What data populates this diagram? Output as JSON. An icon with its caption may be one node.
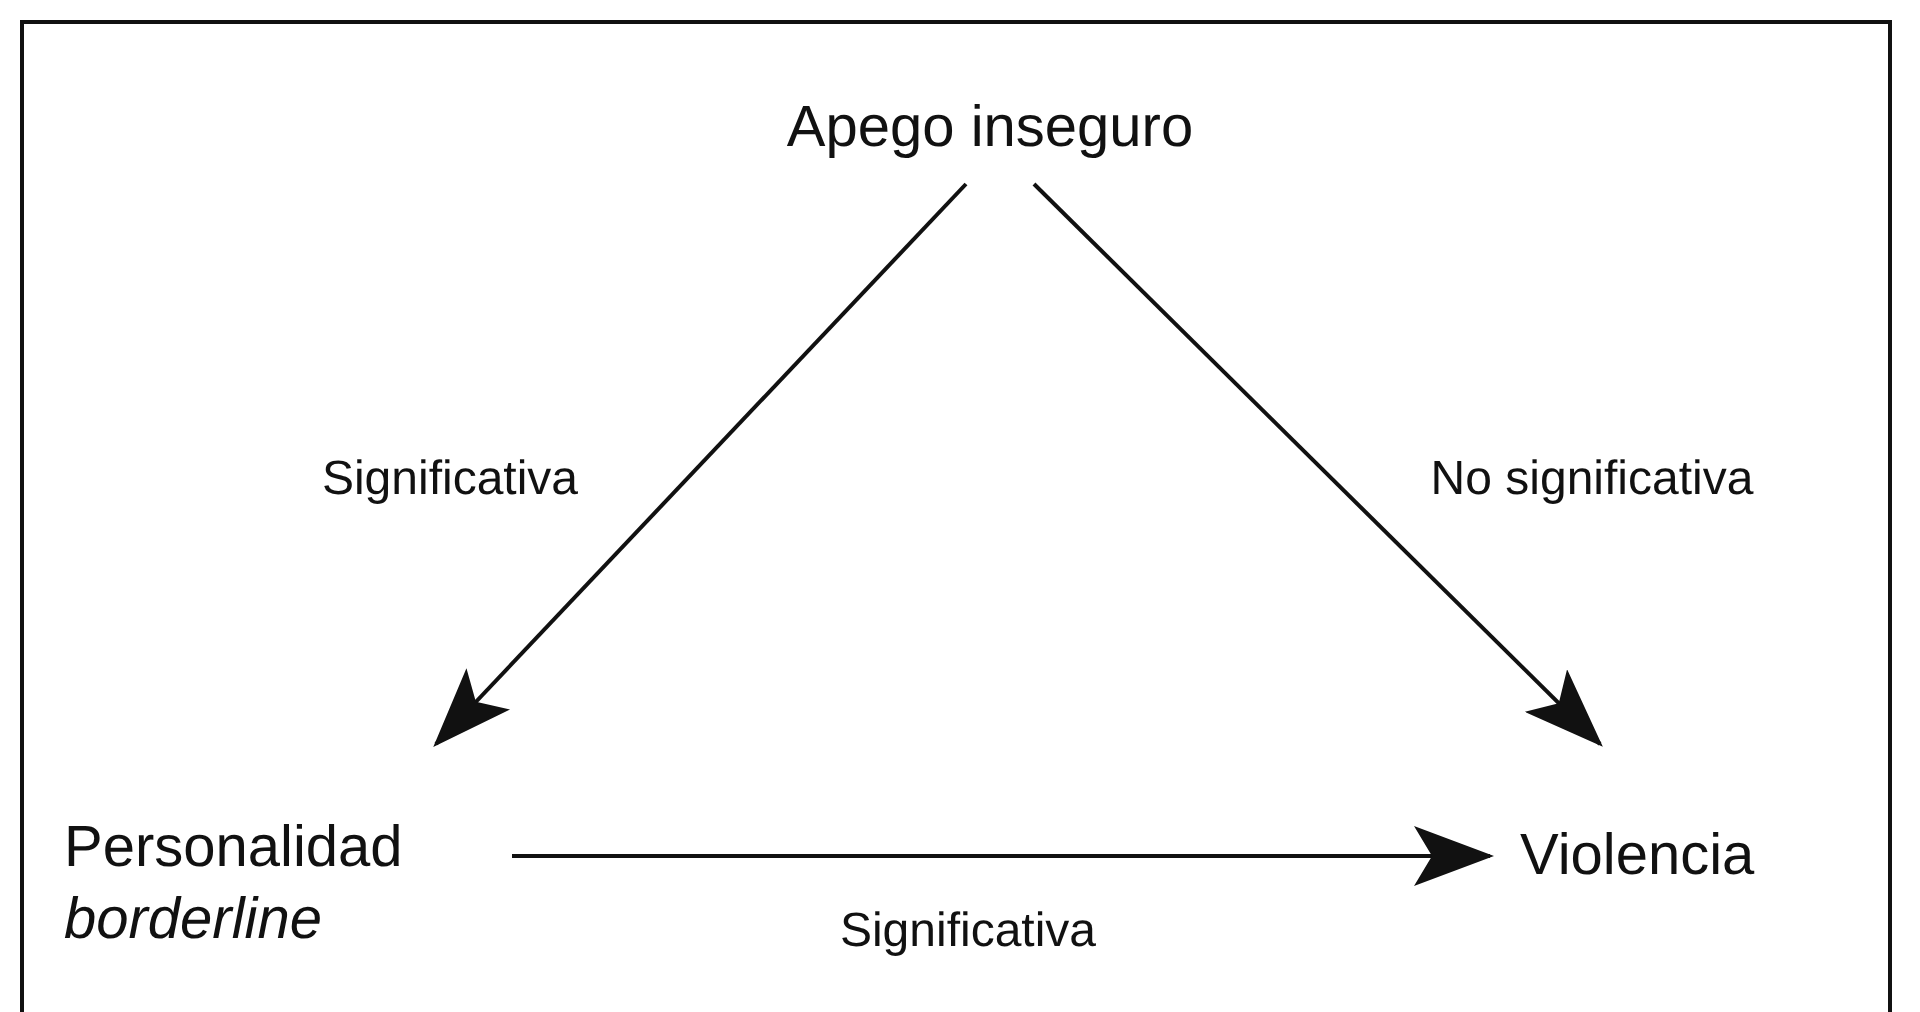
{
  "diagram": {
    "nodes": [
      {
        "text": [
          "Apego inseguro"
        ]
      },
      {
        "text": [
          "Personalidad *borderline*"
        ]
      },
      {
        "text": [
          "Violencia"
        ]
      }
    ],
    "edges": [
      {
        "from": 0,
        "to": 1,
        "arrow": "to",
        "label": "Significativa"
      },
      {
        "from": 0,
        "to": 2,
        "arrow": "to",
        "label": "No significativa"
      },
      {
        "from": 1,
        "to": 2,
        "arrow": "to",
        "label": "Significativa"
      }
    ]
  }
}
